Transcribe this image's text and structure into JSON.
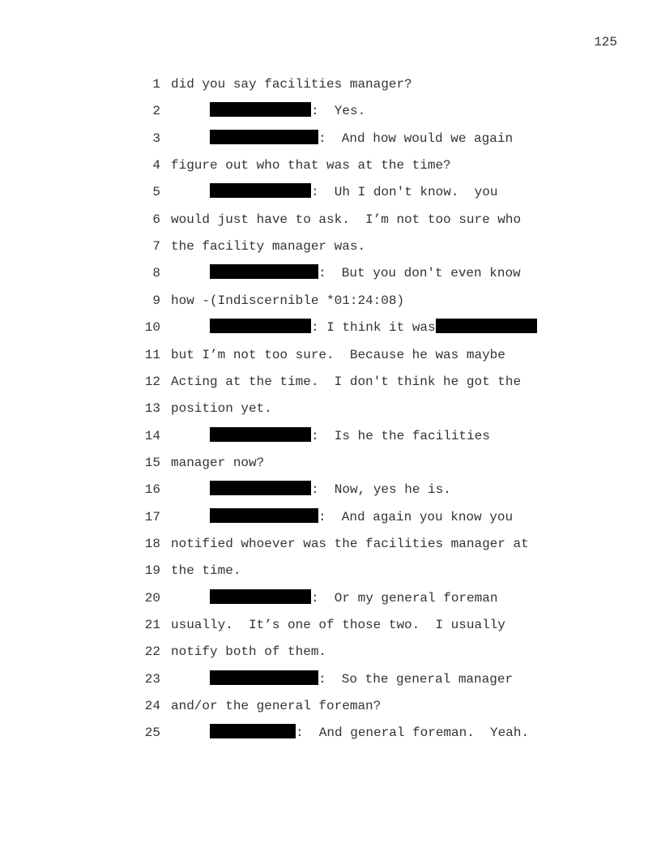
{
  "page_number": "125",
  "lines": [
    {
      "n": "1",
      "text": "did you say facilities manager?"
    },
    {
      "n": "2",
      "redaction": "short",
      "text": ":  Yes."
    },
    {
      "n": "3",
      "redaction": "long",
      "text": ":  And how would we again"
    },
    {
      "n": "4",
      "text": "figure out who that was at the time?"
    },
    {
      "n": "5",
      "redaction": "short",
      "text": ":  Uh I don't know.  you"
    },
    {
      "n": "6",
      "text": "would just have to ask.  I’m not too sure who"
    },
    {
      "n": "7",
      "text": "the facility manager was."
    },
    {
      "n": "8",
      "redaction": "long",
      "text": ":  But you don't even know"
    },
    {
      "n": "9",
      "text": "how -(Indiscernible *01:24:08)"
    },
    {
      "n": "10",
      "redaction": "short",
      "text": ": I think it was",
      "trailing_redaction": true
    },
    {
      "n": "11",
      "text": "but I’m not too sure.  Because he was maybe"
    },
    {
      "n": "12",
      "text": "Acting at the time.  I don't think he got the"
    },
    {
      "n": "13",
      "text": "position yet."
    },
    {
      "n": "14",
      "redaction": "short",
      "text": ":  Is he the facilities"
    },
    {
      "n": "15",
      "text": "manager now?"
    },
    {
      "n": "16",
      "redaction": "short",
      "text": ":  Now, yes he is."
    },
    {
      "n": "17",
      "redaction": "long",
      "text": ":  And again you know you"
    },
    {
      "n": "18",
      "text": "notified whoever was the facilities manager at"
    },
    {
      "n": "19",
      "text": "the time."
    },
    {
      "n": "20",
      "redaction": "short",
      "text": ":  Or my general foreman"
    },
    {
      "n": "21",
      "text": "usually.  It’s one of those two.  I usually"
    },
    {
      "n": "22",
      "text": "notify both of them."
    },
    {
      "n": "23",
      "redaction": "long",
      "text": ":  So the general manager"
    },
    {
      "n": "24",
      "text": "and/or the general foreman?"
    },
    {
      "n": "25",
      "redaction": "xs",
      "text": ":  And general foreman.  Yeah."
    }
  ]
}
